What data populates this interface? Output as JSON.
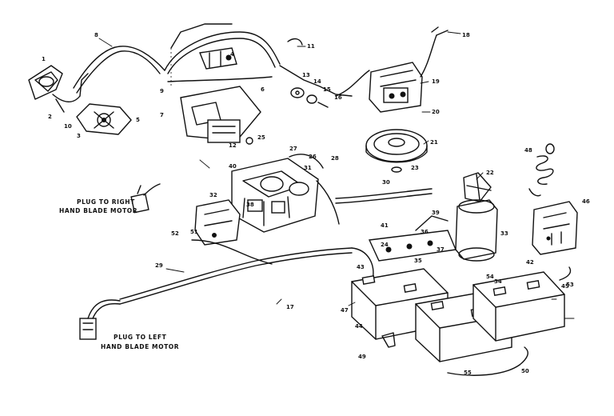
{
  "captions": {
    "right_line1": "PLUG TO RIGHT",
    "right_line2": "HAND BLADE MOTOR",
    "left_line1": "PLUG TO LEFT",
    "left_line2": "HAND BLADE MOTOR"
  },
  "callouts": {
    "c1": "1",
    "c2": "2",
    "c3": "3",
    "c4": "4",
    "c5": "5",
    "c6": "6",
    "c7": "7",
    "c8": "8",
    "c9": "9",
    "c10": "10",
    "c11": "11",
    "c12": "12",
    "c13": "13",
    "c14": "14",
    "c15": "15",
    "c16": "16",
    "c17": "17",
    "c18": "18",
    "c19": "19",
    "c20": "20",
    "c21": "21",
    "c22": "22",
    "c23": "23",
    "c24": "24",
    "c25": "25",
    "c26": "26",
    "c27": "27",
    "c28": "28",
    "c29": "29",
    "c30": "30",
    "c31": "31",
    "c32": "32",
    "c33": "33",
    "c34": "34",
    "c35": "35",
    "c36": "36",
    "c37": "37",
    "c38": "38",
    "c39": "39",
    "c40": "40",
    "c41": "41",
    "c42": "42",
    "c43": "43",
    "c44": "44",
    "c45": "45",
    "c46": "46",
    "c47": "47",
    "c48": "48",
    "c49": "49",
    "c50": "50",
    "c51": "51",
    "c52": "52",
    "c53": "53",
    "c54": "54",
    "c55": "55"
  }
}
